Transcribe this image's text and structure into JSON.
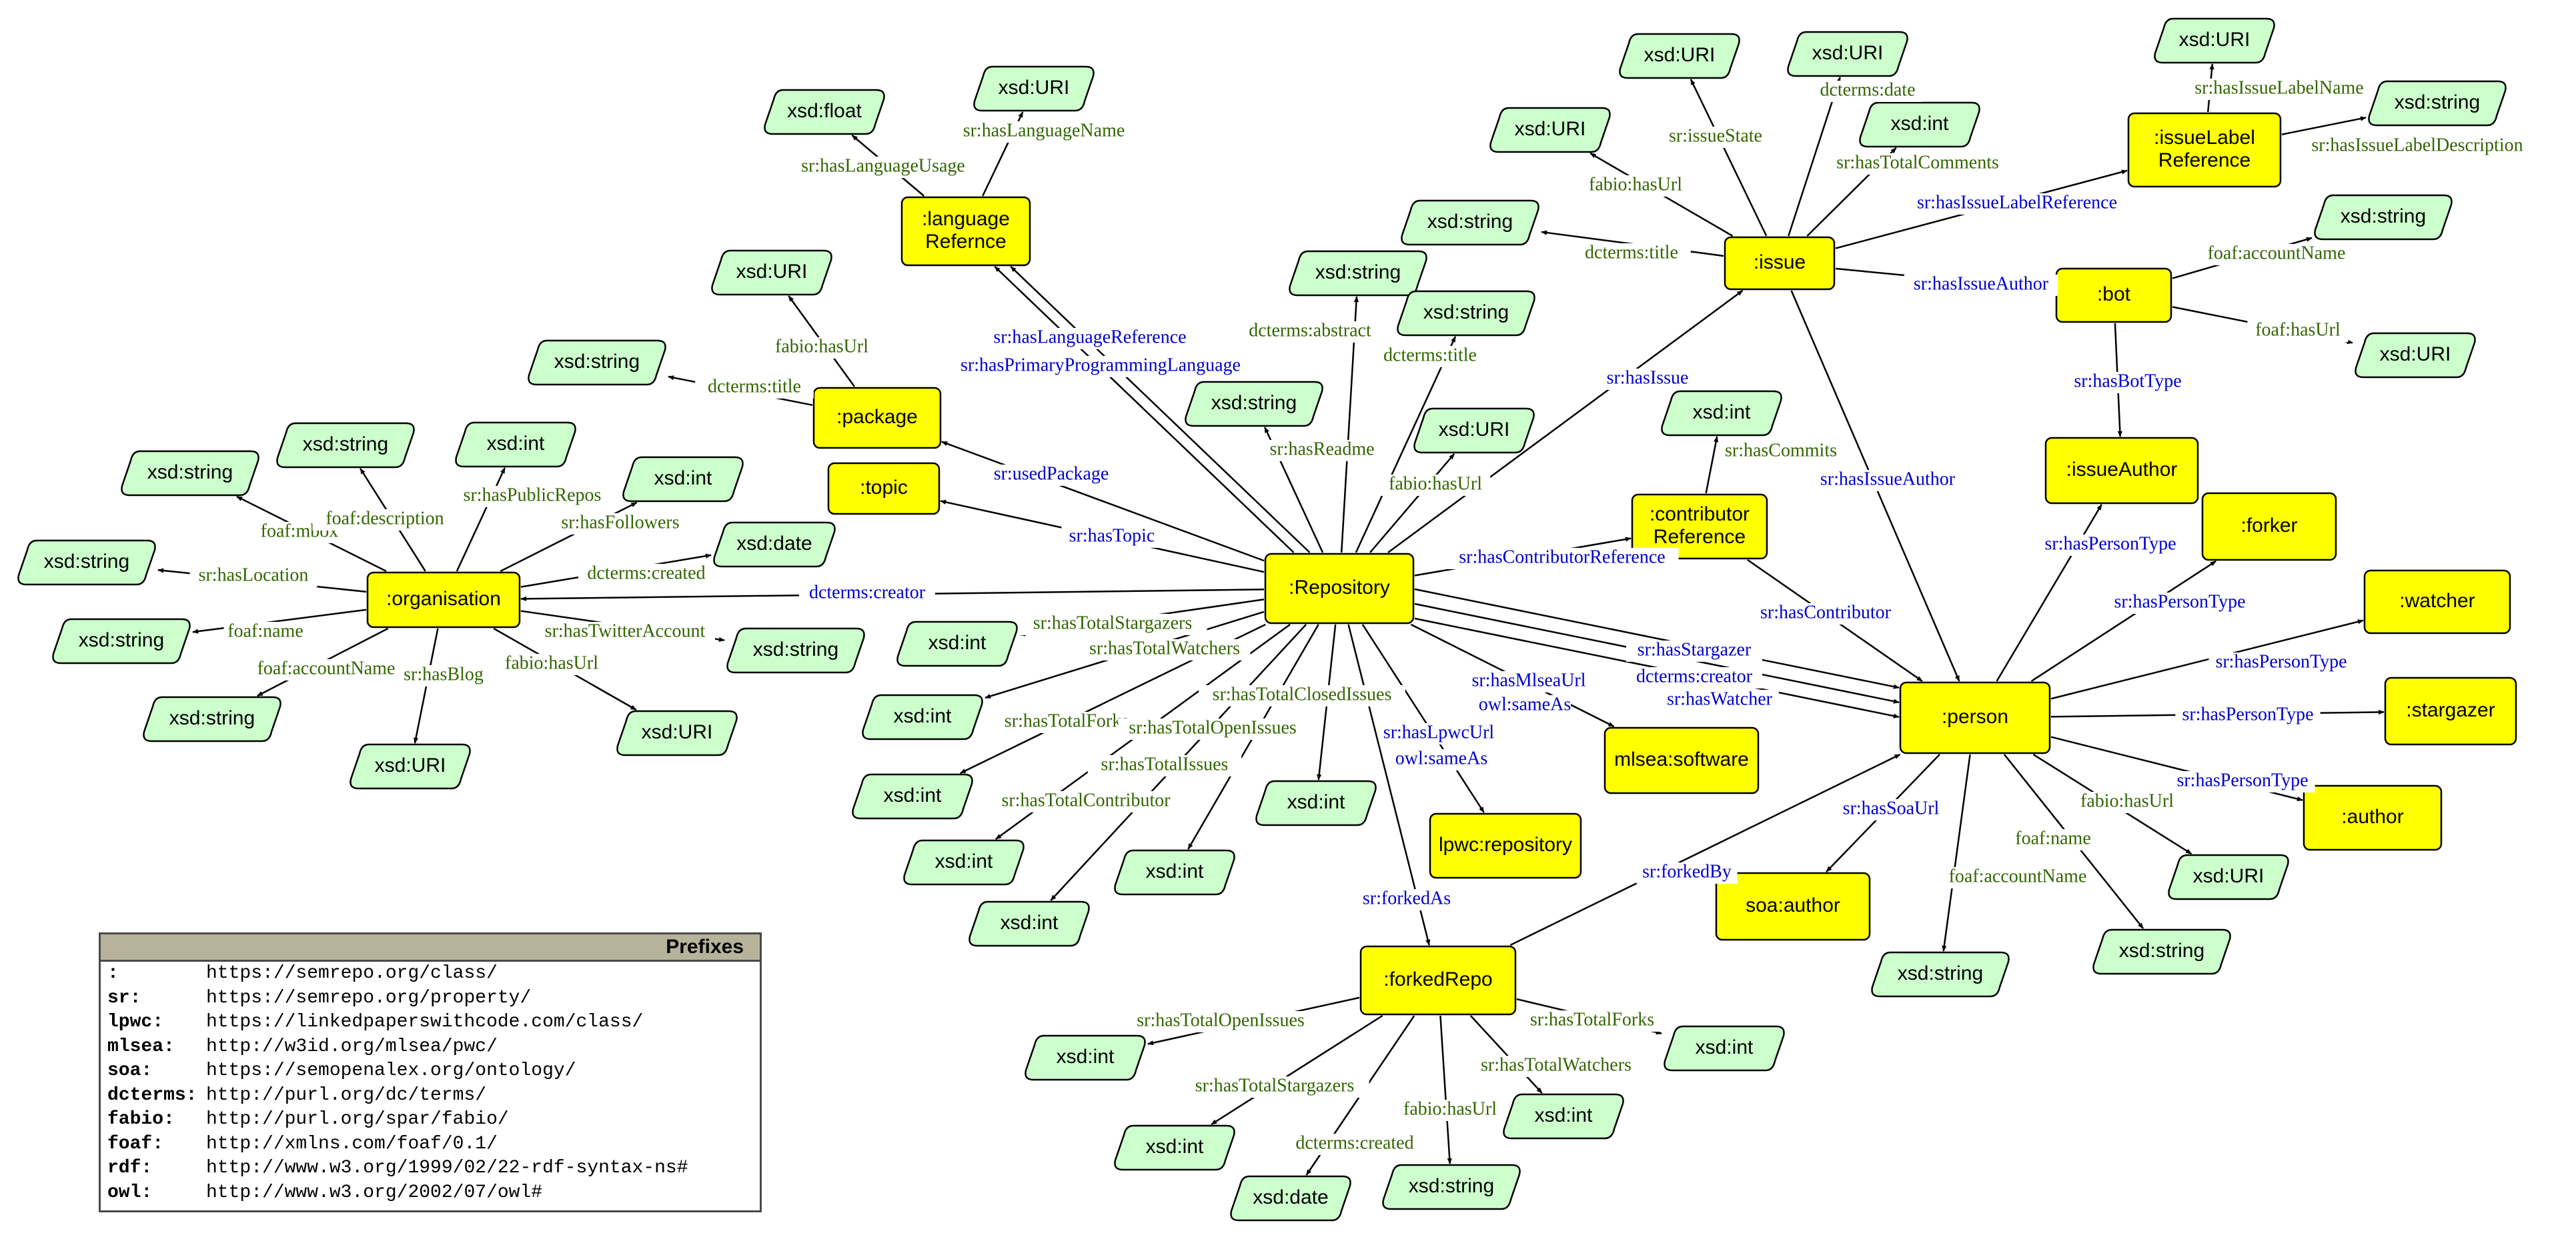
{
  "colors": {
    "class_fill": "#ffff00",
    "literal_fill": "#ccffcc",
    "stroke": "#000000",
    "green_label": "#336600",
    "blue_label": "#0000cc"
  },
  "nodes": [
    {
      "id": "repository",
      "label": ":Repository",
      "kind": "class"
    },
    {
      "id": "organisation",
      "label": ":organisation",
      "kind": "class"
    },
    {
      "id": "package",
      "label": ":package",
      "kind": "class"
    },
    {
      "id": "topic",
      "label": ":topic",
      "kind": "class"
    },
    {
      "id": "language",
      "label": ":language\nRefernce",
      "kind": "class"
    },
    {
      "id": "issue",
      "label": ":issue",
      "kind": "class"
    },
    {
      "id": "issuelabel",
      "label": ":issueLabel\nReference",
      "kind": "class"
    },
    {
      "id": "bot",
      "label": ":bot",
      "kind": "class"
    },
    {
      "id": "issueauthor",
      "label": ":issueAuthor",
      "kind": "class"
    },
    {
      "id": "contributor",
      "label": ":contributor\nReference",
      "kind": "class"
    },
    {
      "id": "person",
      "label": ":person",
      "kind": "class"
    },
    {
      "id": "forker",
      "label": ":forker",
      "kind": "class"
    },
    {
      "id": "watcher",
      "label": ":watcher",
      "kind": "class"
    },
    {
      "id": "stargazer",
      "label": ":stargazer",
      "kind": "class"
    },
    {
      "id": "author",
      "label": ":author",
      "kind": "class"
    },
    {
      "id": "mlsea",
      "label": "mlsea:software",
      "kind": "class"
    },
    {
      "id": "lpwc",
      "label": "lpwc:repository",
      "kind": "class"
    },
    {
      "id": "soa",
      "label": "soa:author",
      "kind": "class"
    },
    {
      "id": "forkedrepo",
      "label": ":forkedRepo",
      "kind": "class"
    },
    {
      "id": "org_mbox",
      "label": "xsd:string",
      "kind": "literal"
    },
    {
      "id": "org_desc",
      "label": "xsd:string",
      "kind": "literal"
    },
    {
      "id": "org_repos",
      "label": "xsd:int",
      "kind": "literal"
    },
    {
      "id": "org_followers",
      "label": "xsd:int",
      "kind": "literal"
    },
    {
      "id": "org_loc",
      "label": "xsd:string",
      "kind": "literal"
    },
    {
      "id": "org_created",
      "label": "xsd:date",
      "kind": "literal"
    },
    {
      "id": "org_name",
      "label": "xsd:string",
      "kind": "literal"
    },
    {
      "id": "org_twitter",
      "label": "xsd:string",
      "kind": "literal"
    },
    {
      "id": "org_account",
      "label": "xsd:string",
      "kind": "literal"
    },
    {
      "id": "org_blog",
      "label": "xsd:URI",
      "kind": "literal"
    },
    {
      "id": "org_url",
      "label": "xsd:URI",
      "kind": "literal"
    },
    {
      "id": "pkg_title",
      "label": "xsd:string",
      "kind": "literal"
    },
    {
      "id": "pkg_url",
      "label": "xsd:URI",
      "kind": "literal"
    },
    {
      "id": "lang_usage",
      "label": "xsd:float",
      "kind": "literal"
    },
    {
      "id": "lang_name",
      "label": "xsd:URI",
      "kind": "literal"
    },
    {
      "id": "repo_abstract",
      "label": "xsd:string",
      "kind": "literal"
    },
    {
      "id": "repo_title",
      "label": "xsd:string",
      "kind": "literal"
    },
    {
      "id": "repo_readme",
      "label": "xsd:string",
      "kind": "literal"
    },
    {
      "id": "repo_url",
      "label": "xsd:URI",
      "kind": "literal"
    },
    {
      "id": "repo_star",
      "label": "xsd:int",
      "kind": "literal"
    },
    {
      "id": "repo_watch",
      "label": "xsd:int",
      "kind": "literal"
    },
    {
      "id": "repo_forks",
      "label": "xsd:int",
      "kind": "literal"
    },
    {
      "id": "repo_issues",
      "label": "xsd:int",
      "kind": "literal"
    },
    {
      "id": "repo_contrib",
      "label": "xsd:int",
      "kind": "literal"
    },
    {
      "id": "repo_open",
      "label": "xsd:int",
      "kind": "literal"
    },
    {
      "id": "repo_closed",
      "label": "xsd:int",
      "kind": "literal"
    },
    {
      "id": "contrib_commits",
      "label": "xsd:int",
      "kind": "literal"
    },
    {
      "id": "iss_state",
      "label": "xsd:URI",
      "kind": "literal"
    },
    {
      "id": "iss_date",
      "label": "xsd:URI",
      "kind": "literal"
    },
    {
      "id": "iss_url",
      "label": "xsd:URI",
      "kind": "literal"
    },
    {
      "id": "iss_comments",
      "label": "xsd:int",
      "kind": "literal"
    },
    {
      "id": "iss_title",
      "label": "xsd:string",
      "kind": "literal"
    },
    {
      "id": "il_name",
      "label": "xsd:URI",
      "kind": "literal"
    },
    {
      "id": "il_desc",
      "label": "xsd:string",
      "kind": "literal"
    },
    {
      "id": "bot_account",
      "label": "xsd:string",
      "kind": "literal"
    },
    {
      "id": "bot_url",
      "label": "xsd:URI",
      "kind": "literal"
    },
    {
      "id": "per_url",
      "label": "xsd:URI",
      "kind": "literal"
    },
    {
      "id": "per_account",
      "label": "xsd:string",
      "kind": "literal"
    },
    {
      "id": "per_name",
      "label": "xsd:string",
      "kind": "literal"
    },
    {
      "id": "fr_open",
      "label": "xsd:int",
      "kind": "literal"
    },
    {
      "id": "fr_forks",
      "label": "xsd:int",
      "kind": "literal"
    },
    {
      "id": "fr_star",
      "label": "xsd:int",
      "kind": "literal"
    },
    {
      "id": "fr_watch",
      "label": "xsd:int",
      "kind": "literal"
    },
    {
      "id": "fr_created",
      "label": "xsd:date",
      "kind": "literal"
    },
    {
      "id": "fr_url",
      "label": "xsd:string",
      "kind": "literal"
    }
  ],
  "edges": [
    {
      "id": "e_org_mbox",
      "label": "foaf:mbox",
      "color": "green"
    },
    {
      "id": "e_org_desc",
      "label": "foaf:description",
      "color": "green"
    },
    {
      "id": "e_org_repos",
      "label": "sr:hasPublicRepos",
      "color": "green"
    },
    {
      "id": "e_org_followers",
      "label": "sr:hasFollowers",
      "color": "green"
    },
    {
      "id": "e_org_loc",
      "label": "sr:hasLocation",
      "color": "green"
    },
    {
      "id": "e_org_created",
      "label": "dcterms:created",
      "color": "green"
    },
    {
      "id": "e_org_name",
      "label": "foaf:name",
      "color": "green"
    },
    {
      "id": "e_org_twitter",
      "label": "sr:hasTwitterAccount",
      "color": "green"
    },
    {
      "id": "e_org_account",
      "label": "foaf:accountName",
      "color": "green"
    },
    {
      "id": "e_org_blog",
      "label": "sr:hasBlog",
      "color": "green"
    },
    {
      "id": "e_org_url",
      "label": "fabio:hasUrl",
      "color": "green"
    },
    {
      "id": "e_pkg_url",
      "label": "fabio:hasUrl",
      "color": "green"
    },
    {
      "id": "e_pkg_title",
      "label": "dcterms:title",
      "color": "green"
    },
    {
      "id": "e_lang_usage",
      "label": "sr:hasLanguageUsage",
      "color": "green"
    },
    {
      "id": "e_lang_name",
      "label": "sr:hasLanguageName",
      "color": "green"
    },
    {
      "id": "e_repo_lang1",
      "label": "sr:hasLanguageReference",
      "color": "blue"
    },
    {
      "id": "e_repo_lang2",
      "label": "sr:hasPrimaryProgrammingLanguage",
      "color": "blue"
    },
    {
      "id": "e_repo_pkg",
      "label": "sr:usedPackage",
      "color": "blue"
    },
    {
      "id": "e_repo_topic",
      "label": "sr:hasTopic",
      "color": "blue"
    },
    {
      "id": "e_repo_org",
      "label": "dcterms:creator",
      "color": "blue"
    },
    {
      "id": "e_repo_abstract",
      "label": "dcterms:abstract",
      "color": "green"
    },
    {
      "id": "e_repo_title",
      "label": "dcterms:title",
      "color": "green"
    },
    {
      "id": "e_repo_readme",
      "label": "sr:hasReadme",
      "color": "green"
    },
    {
      "id": "e_repo_url",
      "label": "fabio:hasUrl",
      "color": "green"
    },
    {
      "id": "e_repo_issue",
      "label": "sr:hasIssue",
      "color": "blue"
    },
    {
      "id": "e_repo_contrib",
      "label": "sr:hasContributorReference",
      "color": "blue"
    },
    {
      "id": "e_repo_star",
      "label": "sr:hasTotalStargazers",
      "color": "green"
    },
    {
      "id": "e_repo_watch",
      "label": "sr:hasTotalWatchers",
      "color": "green"
    },
    {
      "id": "e_repo_forks",
      "label": "sr:hasTotalForks",
      "color": "green"
    },
    {
      "id": "e_repo_closed",
      "label": "sr:hasTotalClosedIssues",
      "color": "green"
    },
    {
      "id": "e_repo_open",
      "label": "sr:hasTotalOpenIssues",
      "color": "green"
    },
    {
      "id": "e_repo_issues",
      "label": "sr:hasTotalIssues",
      "color": "green"
    },
    {
      "id": "e_repo_contrib_n",
      "label": "sr:hasTotalContributor",
      "color": "green"
    },
    {
      "id": "e_repo_mlsea1",
      "label": "sr:hasMlseaUrl",
      "color": "blue"
    },
    {
      "id": "e_repo_mlsea2",
      "label": "owl:sameAs",
      "color": "blue"
    },
    {
      "id": "e_repo_lpwc1",
      "label": "sr:hasLpwcUrl",
      "color": "blue"
    },
    {
      "id": "e_repo_lpwc2",
      "label": "owl:sameAs",
      "color": "blue"
    },
    {
      "id": "e_repo_forked",
      "label": "sr:forkedAs",
      "color": "blue"
    },
    {
      "id": "e_repo_star_p",
      "label": "sr:hasStargazer",
      "color": "blue"
    },
    {
      "id": "e_repo_creator_p",
      "label": "dcterms:creator",
      "color": "blue"
    },
    {
      "id": "e_repo_watch_p",
      "label": "sr:hasWatcher",
      "color": "blue"
    },
    {
      "id": "e_contrib_commits",
      "label": "sr:hasCommits",
      "color": "green"
    },
    {
      "id": "e_contrib_person",
      "label": "sr:hasContributor",
      "color": "blue"
    },
    {
      "id": "e_iss_url",
      "label": "fabio:hasUrl",
      "color": "green"
    },
    {
      "id": "e_iss_state",
      "label": "sr:issueState",
      "color": "green"
    },
    {
      "id": "e_iss_date",
      "label": "dcterms:date",
      "color": "green"
    },
    {
      "id": "e_iss_comments",
      "label": "sr:hasTotalComments",
      "color": "green"
    },
    {
      "id": "e_iss_title",
      "label": "dcterms:title",
      "color": "green"
    },
    {
      "id": "e_iss_label",
      "label": "sr:hasIssueLabelReference",
      "color": "blue"
    },
    {
      "id": "e_iss_bot",
      "label": "sr:hasIssueAuthor",
      "color": "blue"
    },
    {
      "id": "e_iss_person",
      "label": "sr:hasIssueAuthor",
      "color": "blue"
    },
    {
      "id": "e_il_name",
      "label": "sr:hasIssueLabelName",
      "color": "green"
    },
    {
      "id": "e_il_desc",
      "label": "sr:hasIssueLabelDescription",
      "color": "green"
    },
    {
      "id": "e_bot_account",
      "label": "foaf:accountName",
      "color": "green"
    },
    {
      "id": "e_bot_url",
      "label": "foaf:hasUrl",
      "color": "green"
    },
    {
      "id": "e_bot_type",
      "label": "sr:hasBotType",
      "color": "blue"
    },
    {
      "id": "e_per_ia",
      "label": "sr:hasPersonType",
      "color": "blue"
    },
    {
      "id": "e_per_forker",
      "label": "sr:hasPersonType",
      "color": "blue"
    },
    {
      "id": "e_per_watcher",
      "label": "sr:hasPersonType",
      "color": "blue"
    },
    {
      "id": "e_per_stargazer",
      "label": "sr:hasPersonType",
      "color": "blue"
    },
    {
      "id": "e_per_author",
      "label": "sr:hasPersonType",
      "color": "blue"
    },
    {
      "id": "e_per_url",
      "label": "fabio:hasUrl",
      "color": "green"
    },
    {
      "id": "e_per_name",
      "label": "foaf:name",
      "color": "green"
    },
    {
      "id": "e_per_account",
      "label": "foaf:accountName",
      "color": "green"
    },
    {
      "id": "e_per_soa",
      "label": "sr:hasSoaUrl",
      "color": "blue"
    },
    {
      "id": "e_fr_person",
      "label": "sr:forkedBy",
      "color": "blue"
    },
    {
      "id": "e_fr_open",
      "label": "sr:hasTotalOpenIssues",
      "color": "green"
    },
    {
      "id": "e_fr_forks",
      "label": "sr:hasTotalForks",
      "color": "green"
    },
    {
      "id": "e_fr_star",
      "label": "sr:hasTotalStargazers",
      "color": "green"
    },
    {
      "id": "e_fr_watch",
      "label": "sr:hasTotalWatchers",
      "color": "green"
    },
    {
      "id": "e_fr_url",
      "label": "fabio:hasUrl",
      "color": "green"
    },
    {
      "id": "e_fr_created",
      "label": "dcterms:created",
      "color": "green"
    }
  ],
  "prefixes": {
    "title": "Prefixes",
    "rows": [
      {
        "key": ":",
        "iri": "https://semrepo.org/class/"
      },
      {
        "key": "sr:",
        "iri": "https://semrepo.org/property/"
      },
      {
        "key": "lpwc:",
        "iri": "https://linkedpaperswithcode.com/class/"
      },
      {
        "key": "mlsea:",
        "iri": "http://w3id.org/mlsea/pwc/"
      },
      {
        "key": "soa:",
        "iri": "https://semopenalex.org/ontology/"
      },
      {
        "key": "dcterms:",
        "iri": "http://purl.org/dc/terms/"
      },
      {
        "key": "fabio:",
        "iri": "http://purl.org/spar/fabio/"
      },
      {
        "key": "foaf:",
        "iri": "http://xmlns.com/foaf/0.1/"
      },
      {
        "key": "rdf:",
        "iri": "http://www.w3.org/1999/02/22-rdf-syntax-ns#"
      },
      {
        "key": "owl:",
        "iri": "http://www.w3.org/2002/07/owl#"
      }
    ]
  }
}
